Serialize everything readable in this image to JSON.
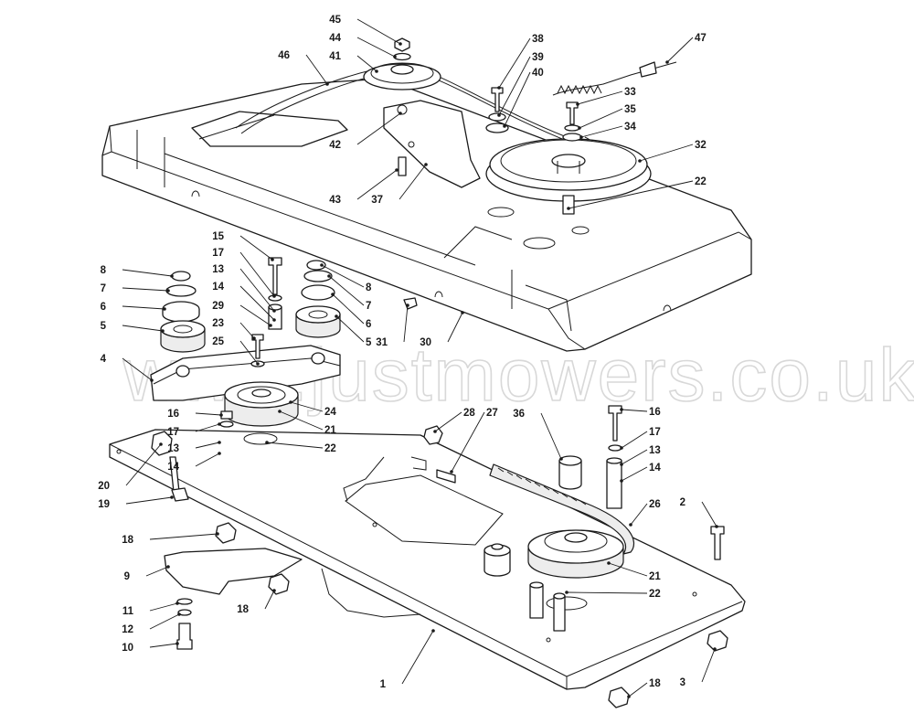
{
  "watermark": "www.justmowers.co.uk",
  "callouts": [
    {
      "n": "45"
    },
    {
      "n": "44"
    },
    {
      "n": "41"
    },
    {
      "n": "46"
    },
    {
      "n": "38"
    },
    {
      "n": "39"
    },
    {
      "n": "40"
    },
    {
      "n": "47"
    },
    {
      "n": "33"
    },
    {
      "n": "35"
    },
    {
      "n": "34"
    },
    {
      "n": "32"
    },
    {
      "n": "42"
    },
    {
      "n": "43"
    },
    {
      "n": "37"
    },
    {
      "n": "22"
    },
    {
      "n": "15"
    },
    {
      "n": "17"
    },
    {
      "n": "13"
    },
    {
      "n": "14"
    },
    {
      "n": "29"
    },
    {
      "n": "23"
    },
    {
      "n": "25"
    },
    {
      "n": "8"
    },
    {
      "n": "7"
    },
    {
      "n": "6"
    },
    {
      "n": "5"
    },
    {
      "n": "8"
    },
    {
      "n": "7"
    },
    {
      "n": "6"
    },
    {
      "n": "5"
    },
    {
      "n": "31"
    },
    {
      "n": "30"
    },
    {
      "n": "4"
    },
    {
      "n": "16"
    },
    {
      "n": "17"
    },
    {
      "n": "13"
    },
    {
      "n": "14"
    },
    {
      "n": "24"
    },
    {
      "n": "21"
    },
    {
      "n": "22"
    },
    {
      "n": "20"
    },
    {
      "n": "19"
    },
    {
      "n": "28"
    },
    {
      "n": "27"
    },
    {
      "n": "36"
    },
    {
      "n": "16"
    },
    {
      "n": "17"
    },
    {
      "n": "13"
    },
    {
      "n": "14"
    },
    {
      "n": "26"
    },
    {
      "n": "2"
    },
    {
      "n": "21"
    },
    {
      "n": "22"
    },
    {
      "n": "18"
    },
    {
      "n": "9"
    },
    {
      "n": "18"
    },
    {
      "n": "11"
    },
    {
      "n": "12"
    },
    {
      "n": "10"
    },
    {
      "n": "1"
    },
    {
      "n": "3"
    },
    {
      "n": "18"
    }
  ]
}
